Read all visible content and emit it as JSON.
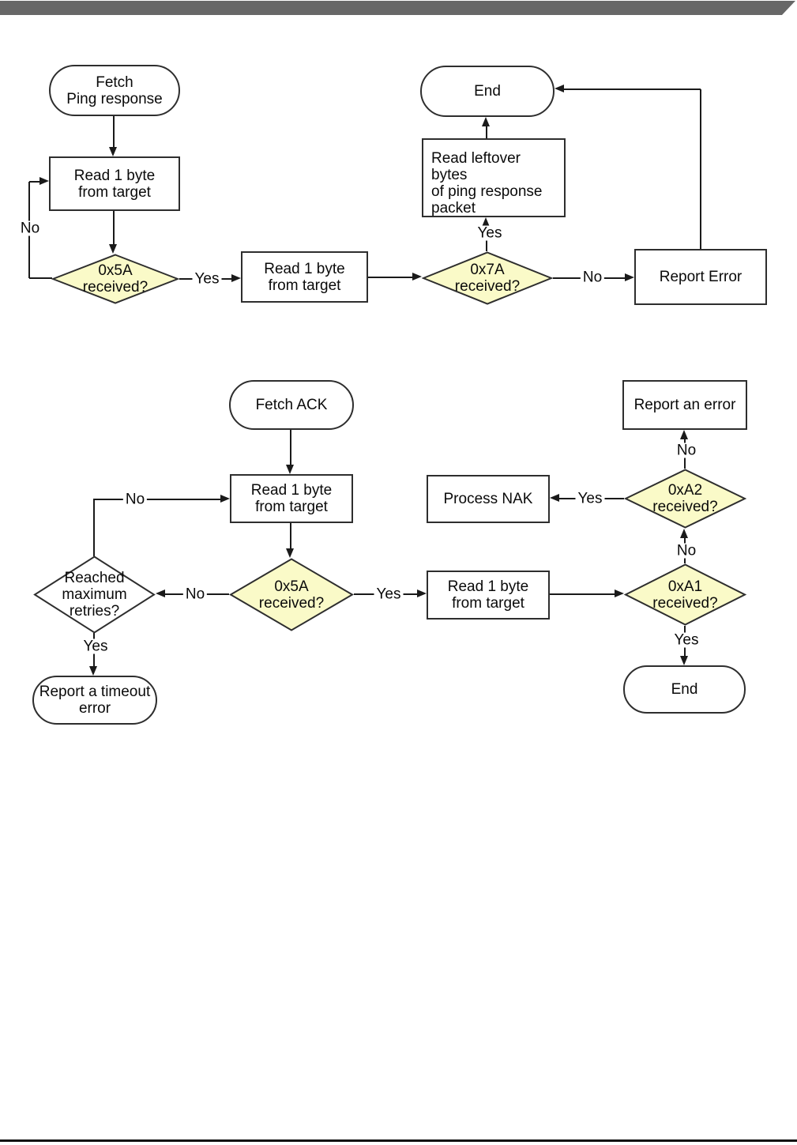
{
  "document": {
    "header_bar_color": "#676767",
    "footer_rule_color": "#121212",
    "decision_fill_color": "#FAFAC8",
    "shape_border_color": "#2e2e2e"
  },
  "flow1": {
    "fetch_ping_response": "Fetch\nPing response",
    "read_byte_1": "Read 1 byte\nfrom target",
    "received_5a": "0x5A\nreceived?",
    "read_byte_2": "Read 1 byte\nfrom target",
    "received_7a": "0x7A\nreceived?",
    "read_leftover": "Read leftover bytes\nof ping response\npacket",
    "end": "End",
    "report_error": "Report Error",
    "label_no_5a": "No",
    "label_yes_5a": "Yes",
    "label_yes_7a": "Yes",
    "label_no_7a": "No"
  },
  "flow2": {
    "fetch_ack": "Fetch ACK",
    "read_byte_1": "Read 1 byte\nfrom target",
    "received_5a": "0x5A\nreceived?",
    "reached_retries": "Reached\nmaximum\nretries?",
    "report_timeout": "Report a timeout\nerror",
    "read_byte_2": "Read 1 byte\nfrom target",
    "received_a1": "0xA1\nreceived?",
    "received_a2": "0xA2\nreceived?",
    "process_nak": "Process NAK",
    "report_an_error": "Report an error",
    "end": "End",
    "label_no_retries_loop": "No",
    "label_no_5a": "No",
    "label_yes_retries": "Yes",
    "label_yes_5a": "Yes",
    "label_no_a1": "No",
    "label_yes_a1": "Yes",
    "label_no_a2": "No",
    "label_yes_a2": "Yes"
  }
}
